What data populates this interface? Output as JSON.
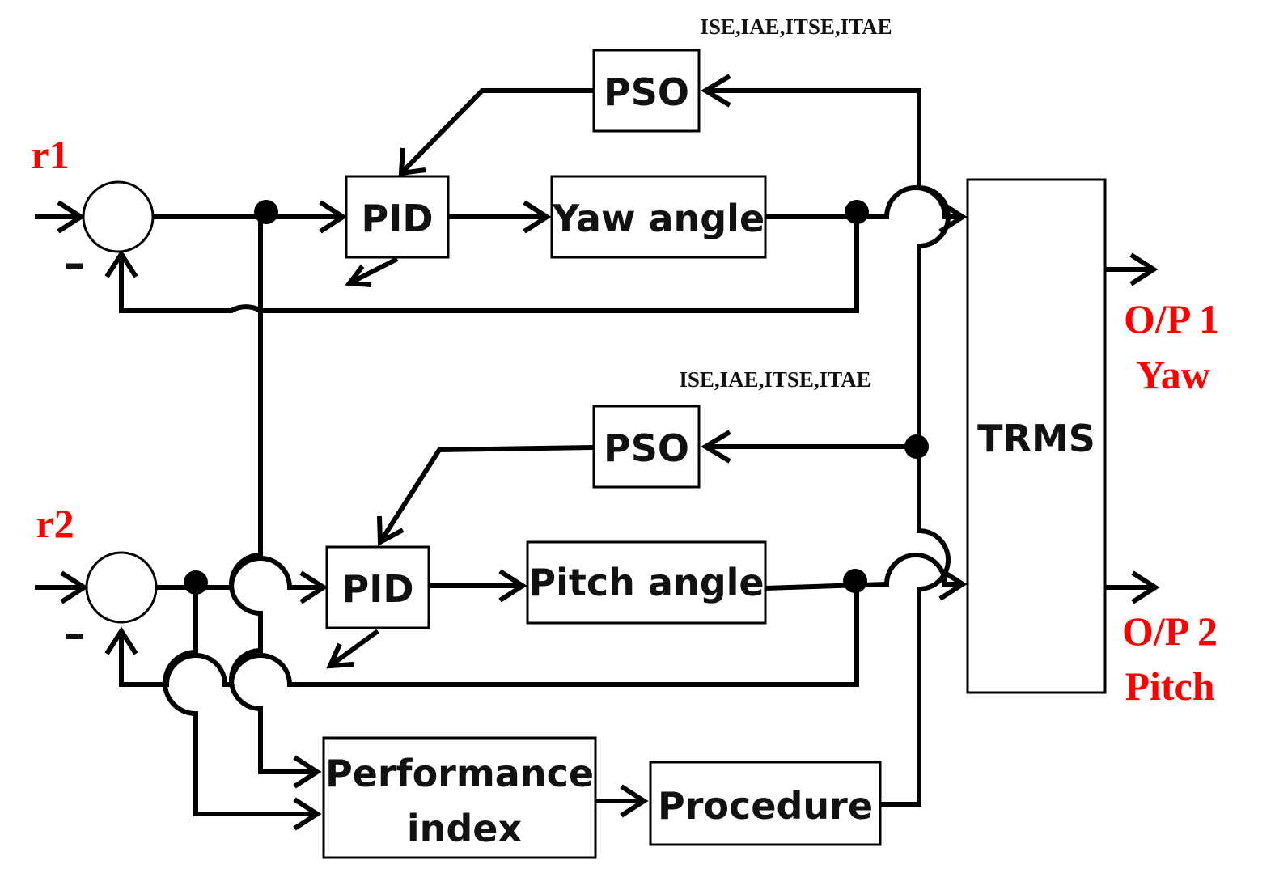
{
  "colors": {
    "accent": "#ff0000",
    "line": "#000000"
  },
  "inputs": {
    "r1": "r1",
    "r2": "r2"
  },
  "signs": {
    "minus1": "–",
    "minus2": "–"
  },
  "metrics": {
    "top": "ISE,IAE,ITSE,ITAE",
    "mid": "ISE,IAE,ITSE,ITAE"
  },
  "blocks": {
    "pso_top": "PSO",
    "pid_top": "PID",
    "yaw_angle": "Yaw angle",
    "pso_mid": "PSO",
    "pid_bottom": "PID",
    "pitch_angle": "Pitch angle",
    "trms": "TRMS",
    "perf_index_line1": "Performance",
    "perf_index_line2": "index",
    "procedure": "Procedure"
  },
  "outputs": {
    "op1_line1": "O/P 1",
    "op1_line2": "Yaw",
    "op2_line1": "O/P 2",
    "op2_line2": "Pitch"
  }
}
